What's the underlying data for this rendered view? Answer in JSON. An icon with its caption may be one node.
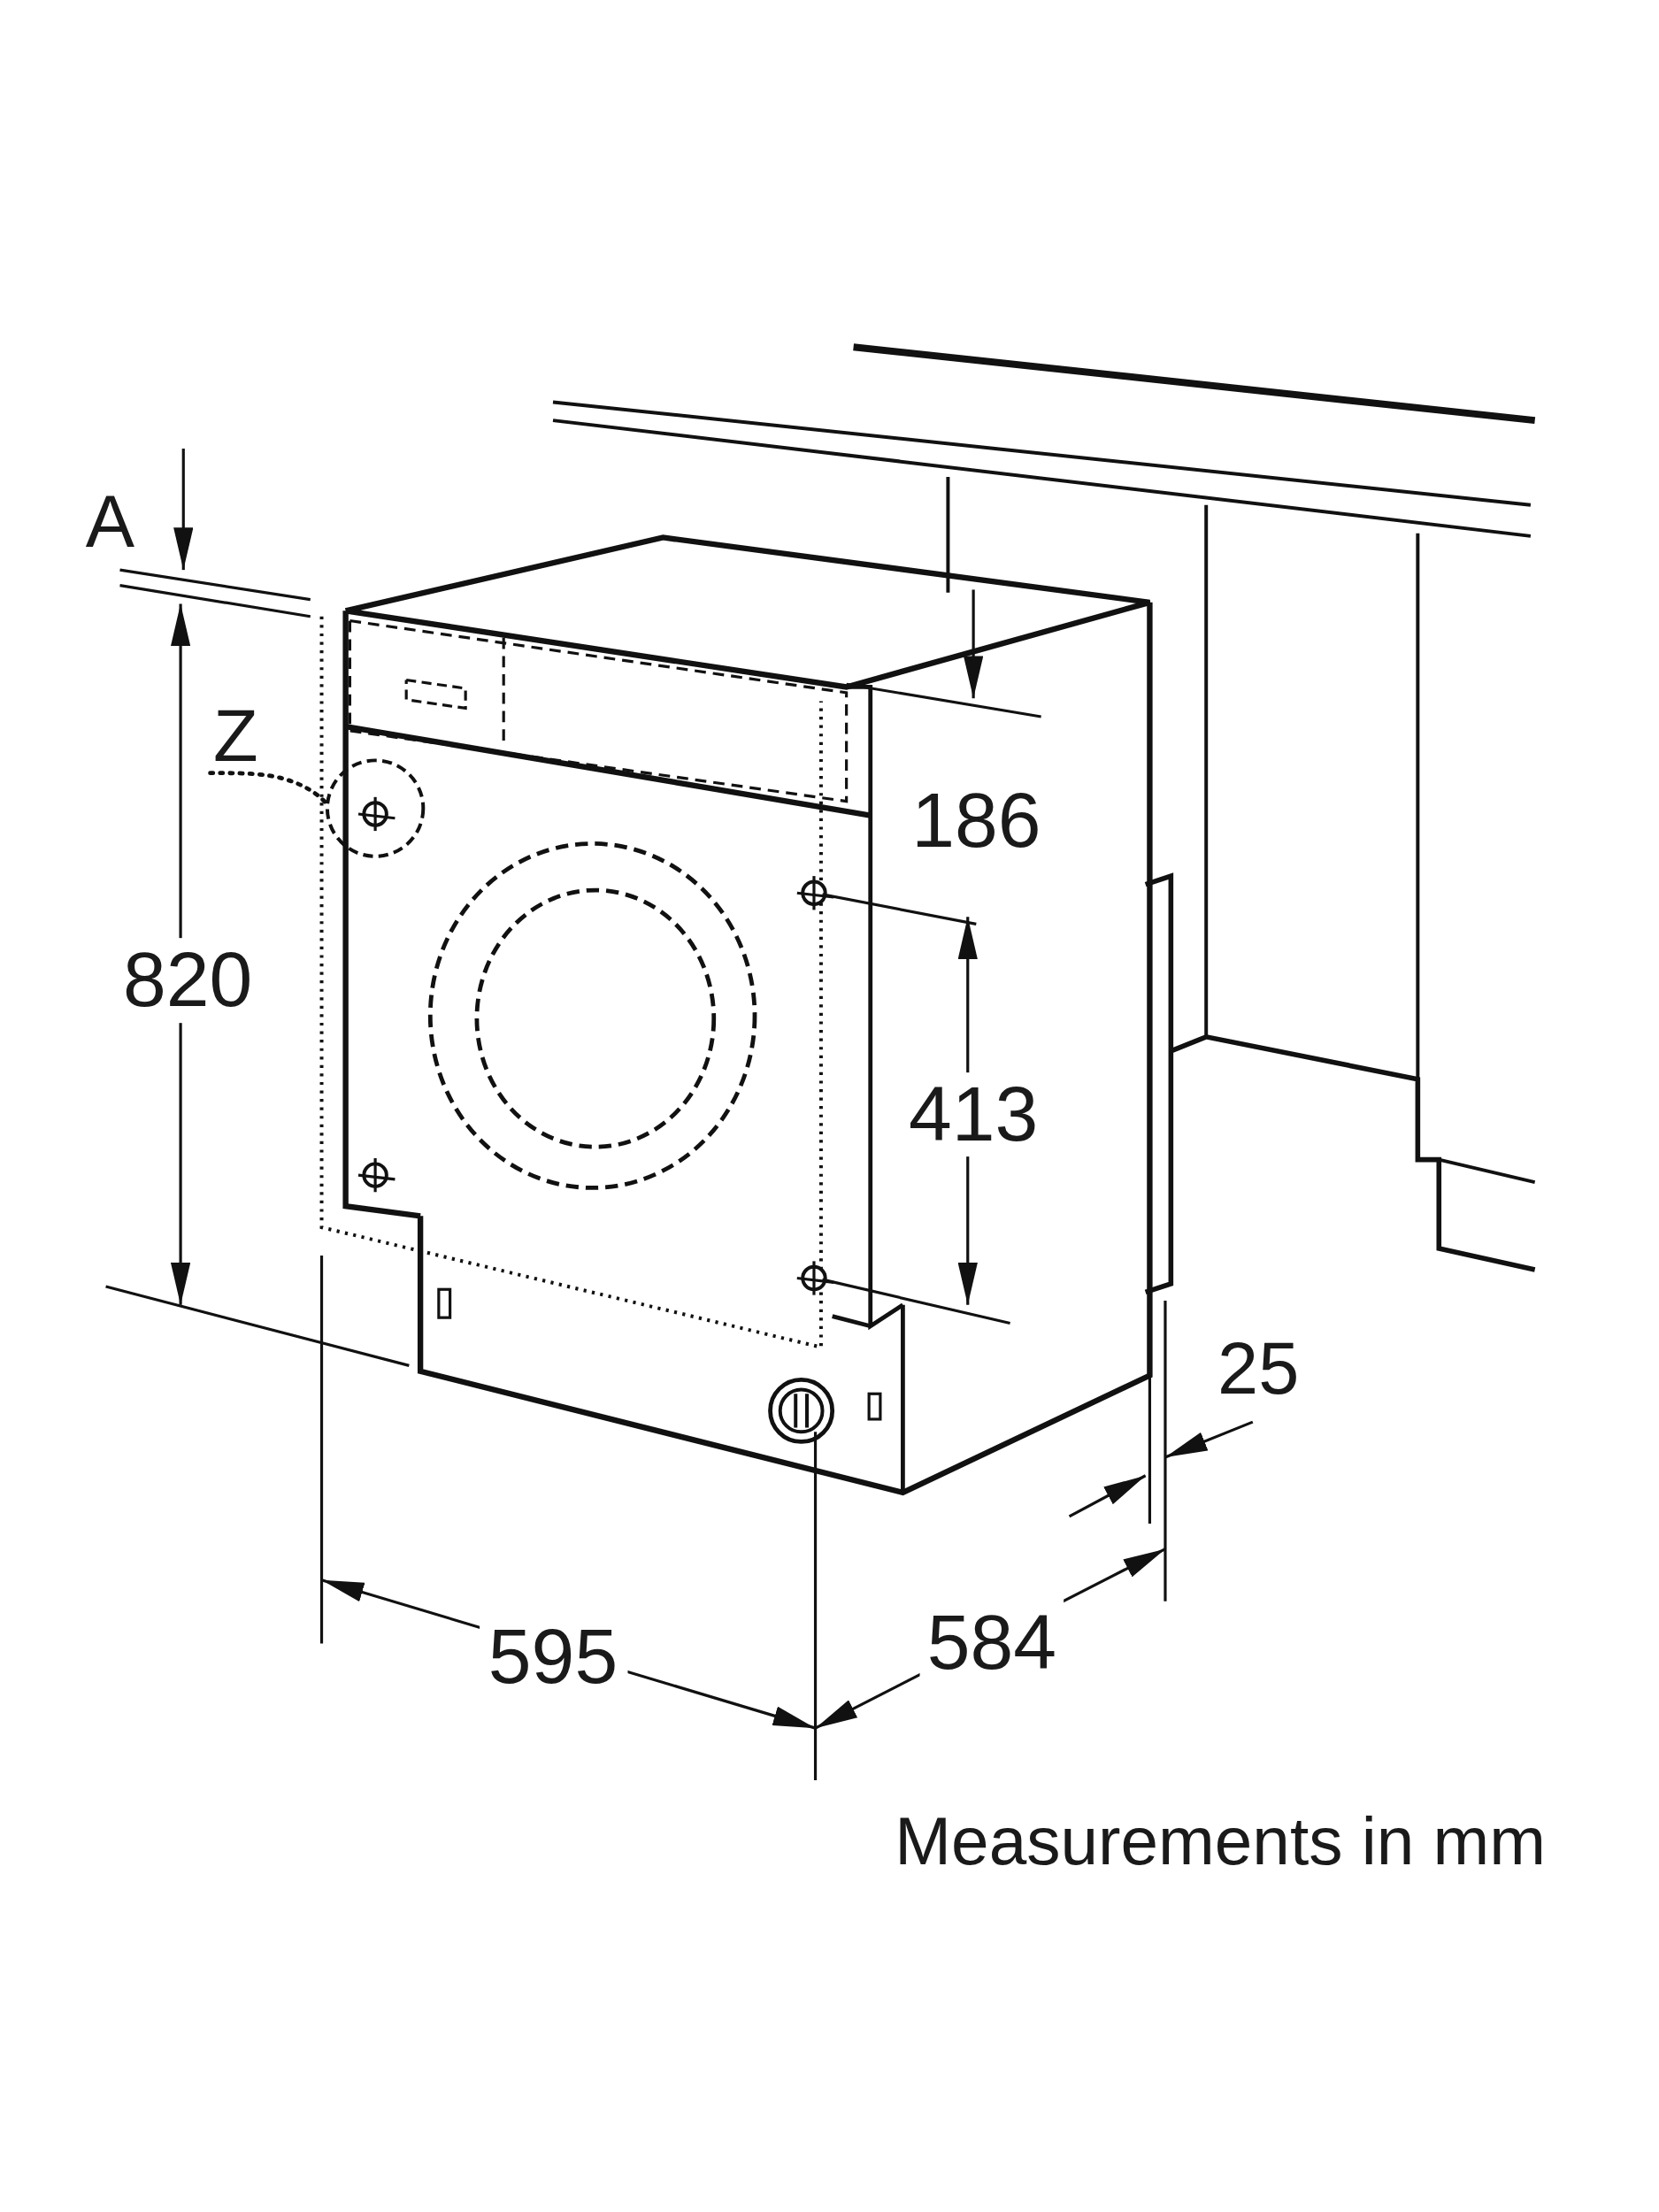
{
  "diagram": {
    "caption": "Measurements in mm",
    "nodes": [
      {
        "text": [
          "Z"
        ]
      },
      {
        "text": [],
        "shape": "circle"
      }
    ],
    "edges": [
      {
        "from": 0,
        "to": 1,
        "arrow": "none",
        "style": "dashed"
      }
    ],
    "labels": [
      "A",
      "820",
      "186",
      "413",
      "25",
      "595",
      "584"
    ]
  }
}
